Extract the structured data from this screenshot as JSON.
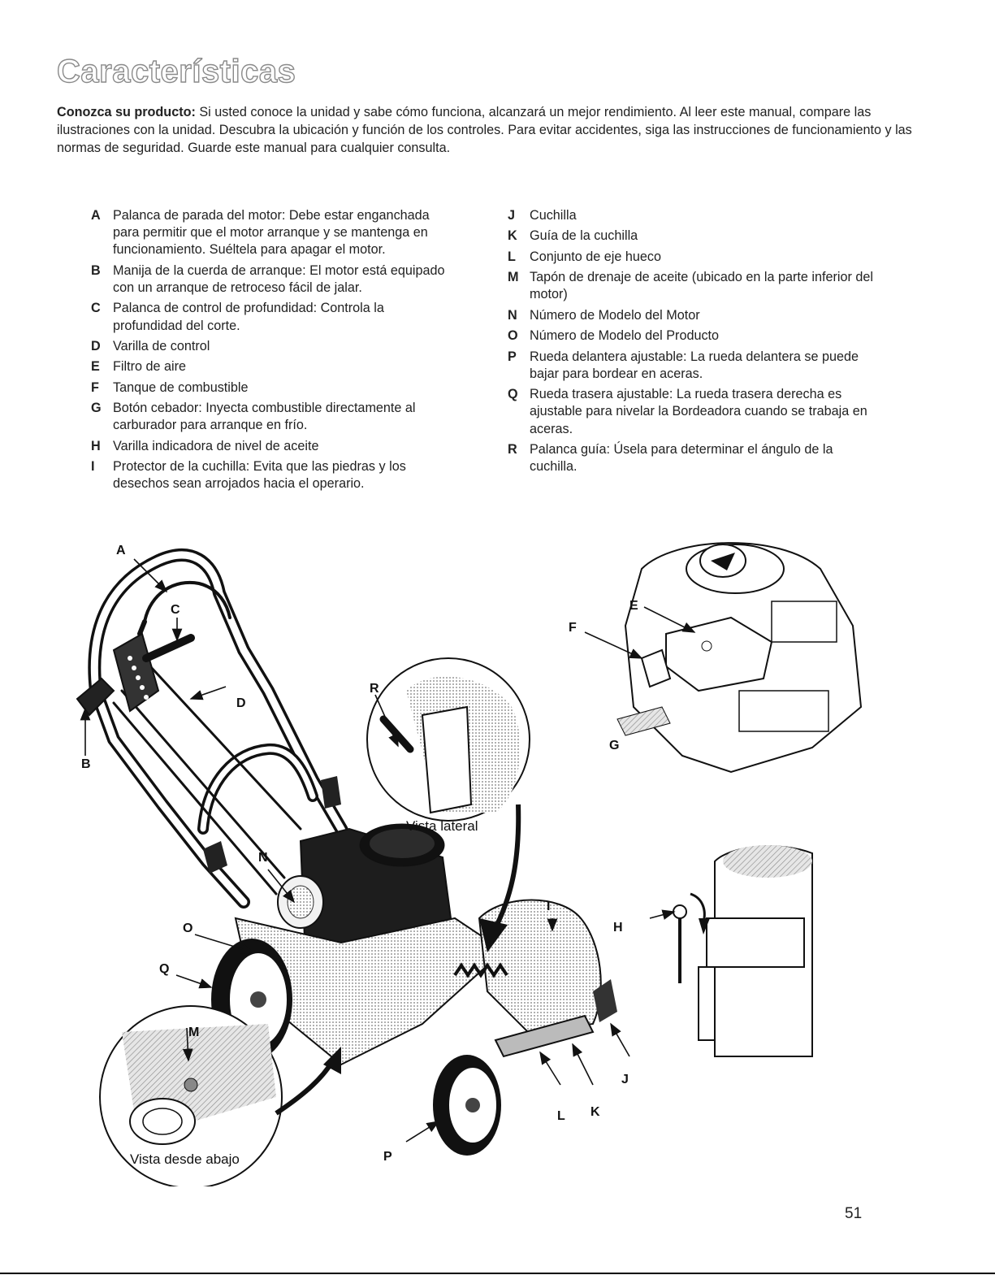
{
  "page": {
    "title": "Características",
    "intro_bold": "Conozca su producto:",
    "intro_text": " Si usted conoce la unidad y sabe cómo funciona, alcanzará un mejor rendimiento. Al leer este manual, compare las ilustraciones con la unidad. Descubra la ubicación y función de los controles. Para evitar accidentes, siga las instrucciones de funcionamiento y las normas de seguridad. Guarde este manual para cualquier consulta.",
    "page_number": "51"
  },
  "parts_left": [
    {
      "letter": "A",
      "text": "Palanca de parada del motor: Debe estar enganchada para permitir que el motor arranque y se mantenga en funcionamiento. Suéltela para apagar el motor."
    },
    {
      "letter": "B",
      "text": "Manija de la cuerda de arranque: El motor está equipado con un arranque de retroceso fácil de jalar."
    },
    {
      "letter": "C",
      "text": "Palanca de control de profundidad: Controla la profundidad del corte."
    },
    {
      "letter": "D",
      "text": "Varilla de control"
    },
    {
      "letter": "E",
      "text": "Filtro de aire"
    },
    {
      "letter": "F",
      "text": "Tanque de combustible"
    },
    {
      "letter": "G",
      "text": "Botón cebador: Inyecta combustible directamente al carburador para arranque en frío."
    },
    {
      "letter": "H",
      "text": "Varilla indicadora de nivel de aceite"
    },
    {
      "letter": "I",
      "text": "Protector de la cuchilla: Evita que las piedras y los desechos sean arrojados hacia el operario."
    }
  ],
  "parts_right": [
    {
      "letter": "J",
      "text": "Cuchilla"
    },
    {
      "letter": "K",
      "text": "Guía de la cuchilla"
    },
    {
      "letter": "L",
      "text": "Conjunto de eje hueco"
    },
    {
      "letter": "M",
      "text": "Tapón de drenaje de aceite (ubicado en la parte inferior del motor)"
    },
    {
      "letter": "N",
      "text": "Número de Modelo del Motor"
    },
    {
      "letter": "O",
      "text": "Número de Modelo del Producto"
    },
    {
      "letter": "P",
      "text": "Rueda delantera ajustable: La rueda delantera se puede bajar para bordear en aceras."
    },
    {
      "letter": "Q",
      "text": "Rueda trasera ajustable: La rueda trasera derecha es ajustable para nivelar la Bordeadora cuando se trabaja en aceras."
    },
    {
      "letter": "R",
      "text": "Palanca guía: Úsela para determinar el ángulo de la cuchilla."
    }
  ],
  "figure": {
    "caption_side": "Vista lateral",
    "caption_bottom": "Vista desde abajo",
    "callouts": [
      "A",
      "B",
      "C",
      "D",
      "E",
      "F",
      "G",
      "H",
      "I",
      "J",
      "K",
      "L",
      "M",
      "N",
      "O",
      "P",
      "Q",
      "R"
    ]
  }
}
